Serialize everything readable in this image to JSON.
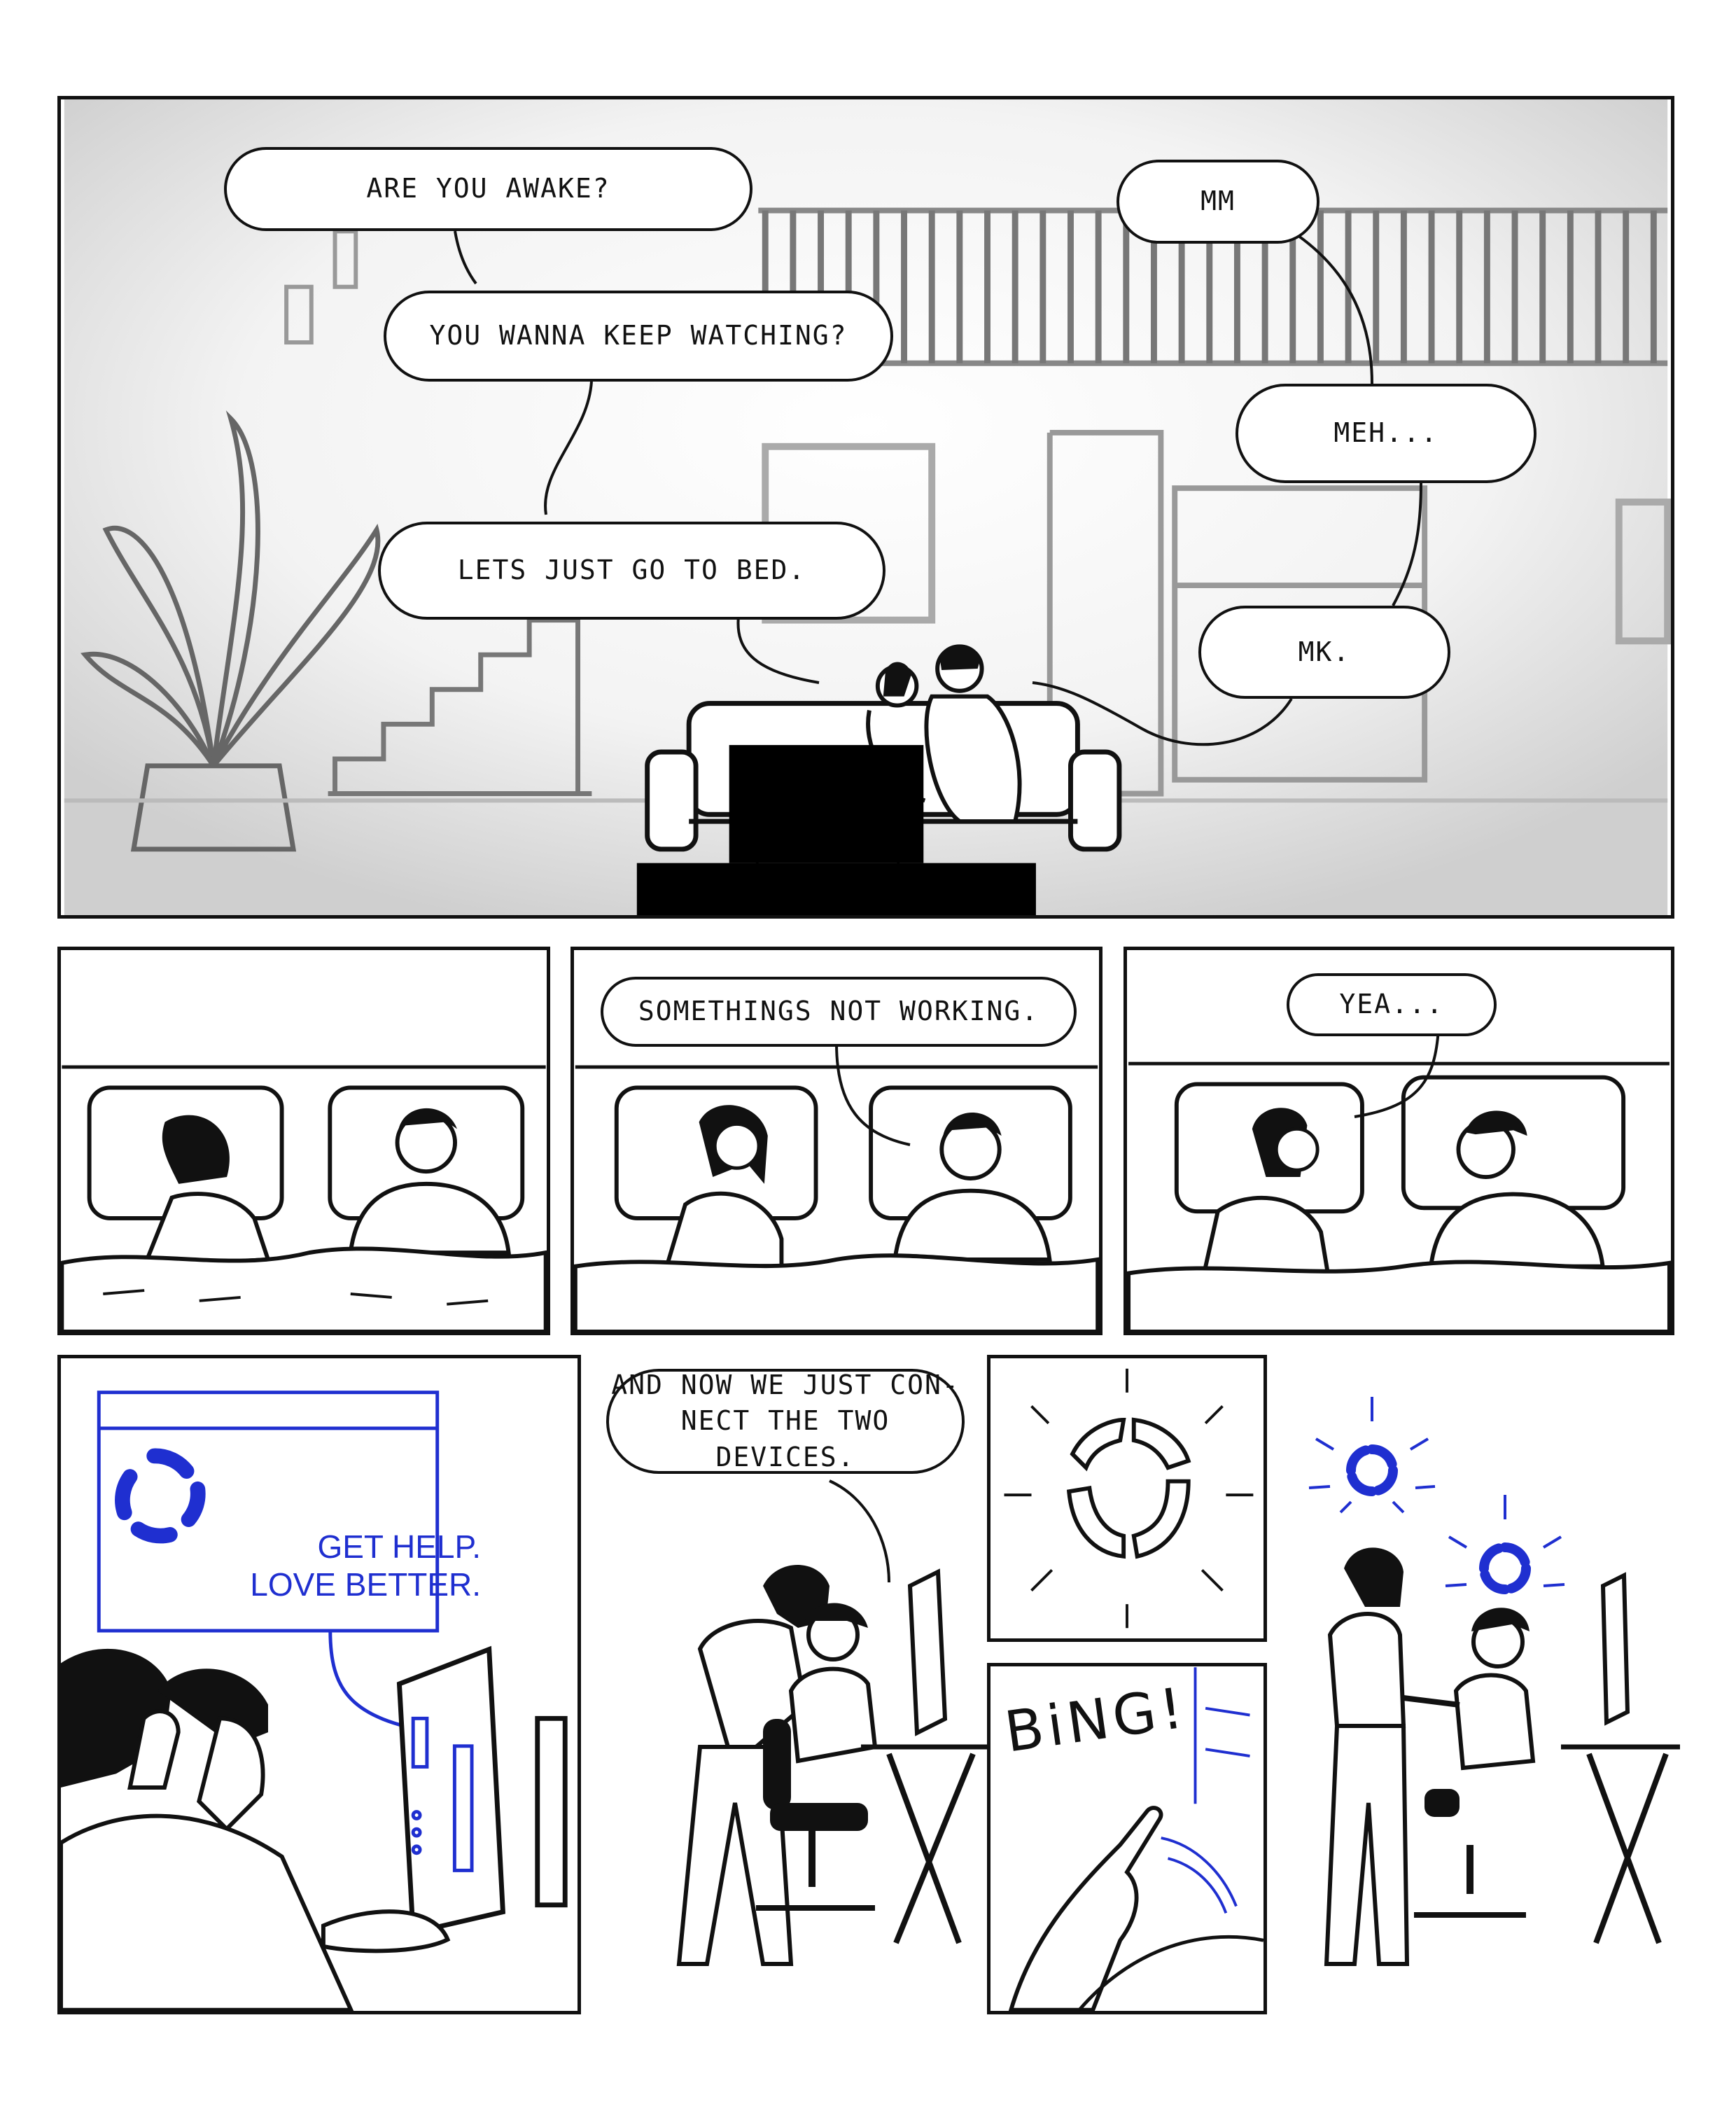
{
  "panel1": {
    "bubbles": {
      "are_you_awake": "ARE YOU AWAKE?",
      "keep_watching": "YOU WANNA KEEP WATCHING?",
      "go_to_bed": "LETS JUST GO TO BED.",
      "mm": "MM",
      "meh": "MEH...",
      "mk": "MK."
    }
  },
  "panel3": {
    "bubble": "SOMETHINGS NOT WORKING."
  },
  "panel4": {
    "bubble": "YEA..."
  },
  "panel5": {
    "ad_line1": "GET HELP.",
    "ad_line2": "LOVE BETTER.",
    "accent": "#1f2fd0"
  },
  "panel6": {
    "bubble_line1": "AND NOW WE JUST CON-",
    "bubble_line2": "NECT THE TWO DEVICES."
  },
  "panel8": {
    "sfx": "BiNG!"
  },
  "colors": {
    "ink": "#111111",
    "accent": "#1f2fd0",
    "background": "#ffffff"
  },
  "icons": [
    "logo-ring-icon",
    "plant-icon",
    "tv-icon",
    "sofa-icon",
    "pillow-icon",
    "monitor-icon",
    "office-chair-icon"
  ]
}
